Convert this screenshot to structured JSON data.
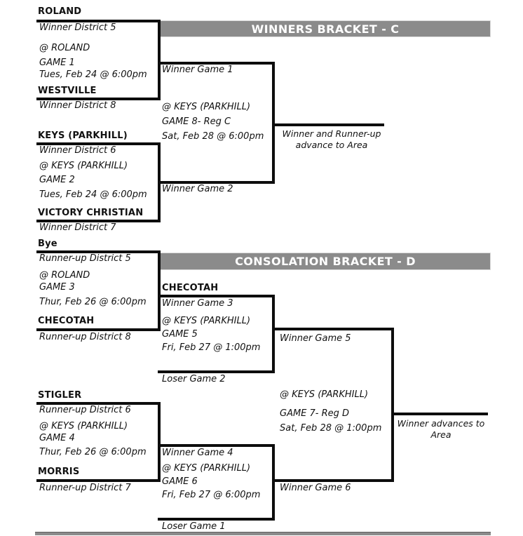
{
  "winners": {
    "title": "WINNERS BRACKET - C",
    "advance_note": "Winner and Runner-up advance to Area",
    "game1": {
      "team_top": "ROLAND",
      "seed_top": "Winner District 5",
      "venue": "@ ROLAND",
      "game_label": "GAME 1",
      "datetime": "Tues, Feb 24 @ 6:00pm",
      "team_bottom": "WESTVILLE",
      "seed_bottom": "Winner District 8"
    },
    "game2": {
      "team_top": "KEYS (PARKHILL)",
      "seed_top": "Winner District 6",
      "venue": "@ KEYS (PARKHILL)",
      "game_label": "GAME 2",
      "datetime": "Tues, Feb 24 @ 6:00pm",
      "team_bottom": "VICTORY CHRISTIAN",
      "seed_bottom": "Winner District 7"
    },
    "game8": {
      "slot_top": "Winner Game 1",
      "venue": "@ KEYS (PARKHILL)",
      "game_label": "GAME 8- Reg C",
      "datetime": "Sat, Feb 28 @ 6:00pm",
      "slot_bottom": "Winner Game 2"
    }
  },
  "consolation": {
    "title": "CONSOLATION BRACKET - D",
    "advance_note": "Winner advances to Area",
    "game3": {
      "team_top": "Bye",
      "seed_top": "Runner-up District 5",
      "venue": "@ ROLAND",
      "game_label": "GAME 3",
      "datetime": "Thur, Feb 26 @ 6:00pm",
      "team_bottom": "CHECOTAH",
      "seed_bottom": "Runner-up District 8"
    },
    "game5": {
      "team_top": "CHECOTAH",
      "slot_top": "Winner Game 3",
      "venue": "@ KEYS (PARKHILL)",
      "game_label": "GAME 5",
      "datetime": "Fri, Feb 27 @ 1:00pm",
      "slot_bottom": "Loser Game 2"
    },
    "game4": {
      "team_top": "STIGLER",
      "seed_top": "Runner-up District 6",
      "venue": "@ KEYS (PARKHILL)",
      "game_label": "GAME 4",
      "datetime": "Thur, Feb 26 @ 6:00pm",
      "team_bottom": "MORRIS",
      "seed_bottom": "Runner-up District 7"
    },
    "game6": {
      "slot_top": "Winner Game 4",
      "venue": "@ KEYS (PARKHILL)",
      "game_label": "GAME 6",
      "datetime": "Fri, Feb 27 @ 6:00pm",
      "slot_bottom": "Loser Game 1"
    },
    "game7": {
      "slot_top": "Winner Game 5",
      "venue": "@ KEYS (PARKHILL)",
      "game_label": "GAME 7- Reg D",
      "datetime": "Sat, Feb 28 @ 1:00pm",
      "slot_bottom": "Winner Game 6"
    }
  },
  "colors": {
    "header_bar": "#8b8b8b",
    "line": "#0d0d0d"
  }
}
